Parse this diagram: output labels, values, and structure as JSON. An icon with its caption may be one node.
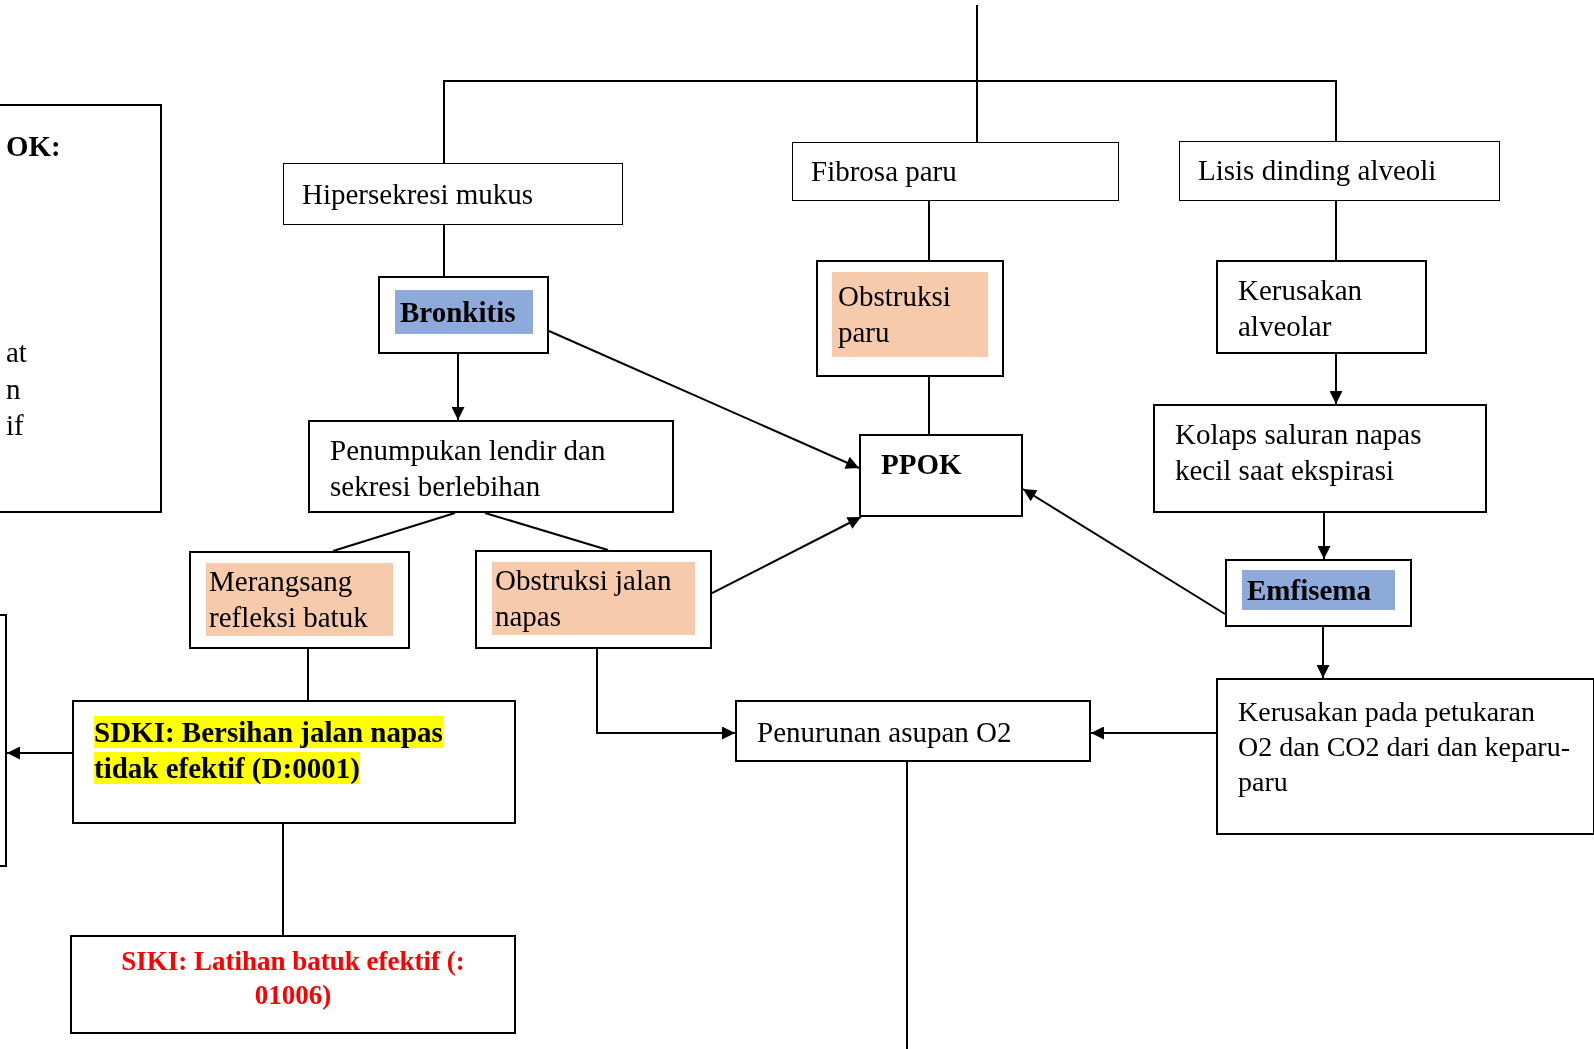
{
  "diagram": {
    "nodes": [
      {
        "text": [
          "OK:",
          "at n if"
        ]
      },
      {
        "text": [],
        "shape": "box"
      },
      {
        "text": [
          "Hipersekresi mukus"
        ]
      },
      {
        "text": [
          "Fibrosa paru"
        ]
      },
      {
        "text": [
          "Lisis dinding alveoli"
        ]
      },
      {
        "text": [
          "Bronkitis"
        ]
      },
      {
        "text": [
          "Obstruksi paru"
        ]
      },
      {
        "text": [
          "Kerusakan alveolar"
        ]
      },
      {
        "text": [
          "Penumpukan lendir dan sekresi berlebihan"
        ]
      },
      {
        "text": [
          "PPOK"
        ]
      },
      {
        "text": [
          "Kolaps saluran napas kecil saat ekspirasi"
        ]
      },
      {
        "text": [
          "Merangsang refleksi batuk"
        ]
      },
      {
        "text": [
          "Obstruksi jalan napas"
        ]
      },
      {
        "text": [
          "Emfisema"
        ]
      },
      {
        "text": [
          "SDKI: Bersihan jalan napas tidak efektif  (D:0001)"
        ]
      },
      {
        "text": [
          "Penurunan asupan O2"
        ]
      },
      {
        "text": [
          "Kerusakan  pada petukaran O2 dan CO2 dari dan keparu-paru"
        ]
      },
      {
        "text": [
          "SIKI: Latihan batuk efektif (: 01006)"
        ]
      }
    ],
    "edges": [
      {
        "from": null,
        "to": 2,
        "arrow": "none"
      },
      {
        "from": null,
        "to": 3,
        "arrow": "none"
      },
      {
        "from": null,
        "to": 4,
        "arrow": "none"
      },
      {
        "from": 2,
        "to": 5,
        "arrow": "none"
      },
      {
        "from": 3,
        "to": 6,
        "arrow": "none"
      },
      {
        "from": 4,
        "to": 7,
        "arrow": "none"
      },
      {
        "from": 5,
        "to": 8,
        "arrow": "to"
      },
      {
        "from": 5,
        "to": 9,
        "arrow": "to"
      },
      {
        "from": 6,
        "to": 9,
        "arrow": "none"
      },
      {
        "from": 7,
        "to": 10,
        "arrow": "to"
      },
      {
        "from": 10,
        "to": 13,
        "arrow": "to"
      },
      {
        "from": 13,
        "to": 9,
        "arrow": "to"
      },
      {
        "from": 13,
        "to": 16,
        "arrow": "to"
      },
      {
        "from": 8,
        "to": 11,
        "arrow": "none"
      },
      {
        "from": 8,
        "to": 12,
        "arrow": "none"
      },
      {
        "from": 12,
        "to": 9,
        "arrow": "to"
      },
      {
        "from": 11,
        "to": 14,
        "arrow": "none"
      },
      {
        "from": 12,
        "to": 15,
        "arrow": "to"
      },
      {
        "from": 16,
        "to": 15,
        "arrow": "to"
      },
      {
        "from": 14,
        "to": 1,
        "arrow": "to"
      },
      {
        "from": 14,
        "to": 17,
        "arrow": "none"
      },
      {
        "from": 15,
        "to": null,
        "arrow": "none"
      }
    ]
  }
}
